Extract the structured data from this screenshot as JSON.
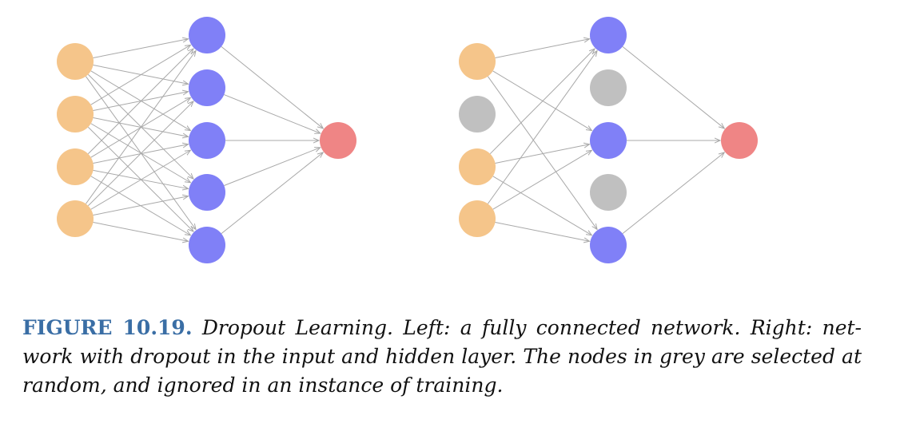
{
  "colors": {
    "input_node": "#f5c58a",
    "hidden_node": "#8080f7",
    "output_node": "#ef8585",
    "dropped_node": "#c0c0c0",
    "edge": "#a8a8a8",
    "caption_label": "#3a6ea5"
  },
  "networks": [
    {
      "id": "left",
      "layers": {
        "input": [
          "active",
          "active",
          "active",
          "active"
        ],
        "hidden": [
          "active",
          "active",
          "active",
          "active",
          "active"
        ],
        "output": [
          "active"
        ]
      },
      "edges_input_hidden": [
        [
          0,
          0
        ],
        [
          0,
          1
        ],
        [
          0,
          2
        ],
        [
          0,
          3
        ],
        [
          0,
          4
        ],
        [
          1,
          0
        ],
        [
          1,
          1
        ],
        [
          1,
          2
        ],
        [
          1,
          3
        ],
        [
          1,
          4
        ],
        [
          2,
          0
        ],
        [
          2,
          1
        ],
        [
          2,
          2
        ],
        [
          2,
          3
        ],
        [
          2,
          4
        ],
        [
          3,
          0
        ],
        [
          3,
          1
        ],
        [
          3,
          2
        ],
        [
          3,
          3
        ],
        [
          3,
          4
        ]
      ],
      "edges_hidden_output": [
        [
          0,
          0
        ],
        [
          1,
          0
        ],
        [
          2,
          0
        ],
        [
          3,
          0
        ],
        [
          4,
          0
        ]
      ]
    },
    {
      "id": "right",
      "layers": {
        "input": [
          "active",
          "dropped",
          "active",
          "active"
        ],
        "hidden": [
          "active",
          "dropped",
          "active",
          "dropped",
          "active"
        ],
        "output": [
          "active"
        ]
      },
      "edges_input_hidden": [
        [
          0,
          0
        ],
        [
          0,
          2
        ],
        [
          0,
          4
        ],
        [
          2,
          0
        ],
        [
          2,
          2
        ],
        [
          2,
          4
        ],
        [
          3,
          0
        ],
        [
          3,
          2
        ],
        [
          3,
          4
        ]
      ],
      "edges_hidden_output": [
        [
          0,
          0
        ],
        [
          2,
          0
        ],
        [
          4,
          0
        ]
      ]
    }
  ],
  "caption": {
    "label": "FIGURE 10.19.",
    "text": "Dropout Learning. Left: a fully connected network. Right: net- work with dropout in the input and hidden layer. The nodes in grey are selected at random, and ignored in an instance of training."
  }
}
